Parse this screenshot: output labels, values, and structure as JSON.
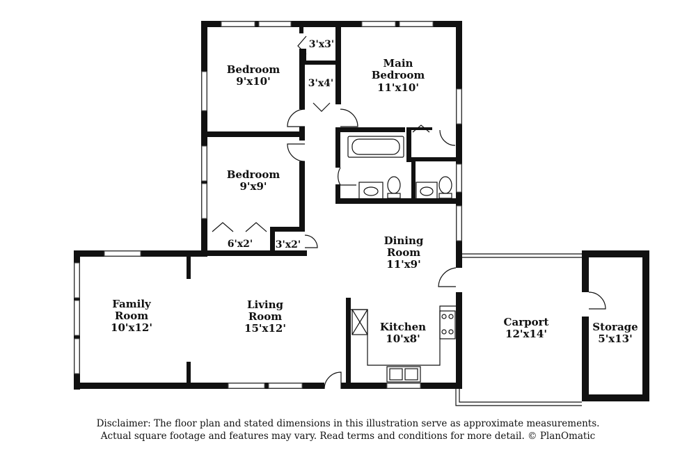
{
  "rooms": {
    "bedroom_1": {
      "name": "Bedroom",
      "dims": "9'x10'"
    },
    "main_bedroom": {
      "name_line1": "Main",
      "name_line2": "Bedroom",
      "dims": "11'x10'"
    },
    "bedroom_2": {
      "name": "Bedroom",
      "dims": "9'x9'"
    },
    "dining_room": {
      "name_line1": "Dining",
      "name_line2": "Room",
      "dims": "11'x9'"
    },
    "family_room": {
      "name_line1": "Family",
      "name_line2": "Room",
      "dims": "10'x12'"
    },
    "living_room": {
      "name_line1": "Living",
      "name_line2": "Room",
      "dims": "15'x12'"
    },
    "kitchen": {
      "name": "Kitchen",
      "dims": "10'x8'"
    },
    "carport": {
      "name": "Carport",
      "dims": "12'x14'"
    },
    "storage": {
      "name": "Storage",
      "dims": "5'x13'"
    }
  },
  "closets": {
    "closet_top": "3'x3'",
    "closet_mid": "3'x4'",
    "closet_hall": "6'x2'",
    "closet_small": "3'x2'"
  },
  "disclaimer": {
    "line1": "Disclaimer: The floor plan and stated dimensions in this illustration serve as approximate measurements.",
    "line2": "Actual square footage and features may vary. Read terms and conditions for more detail. © PlanOmatic"
  }
}
